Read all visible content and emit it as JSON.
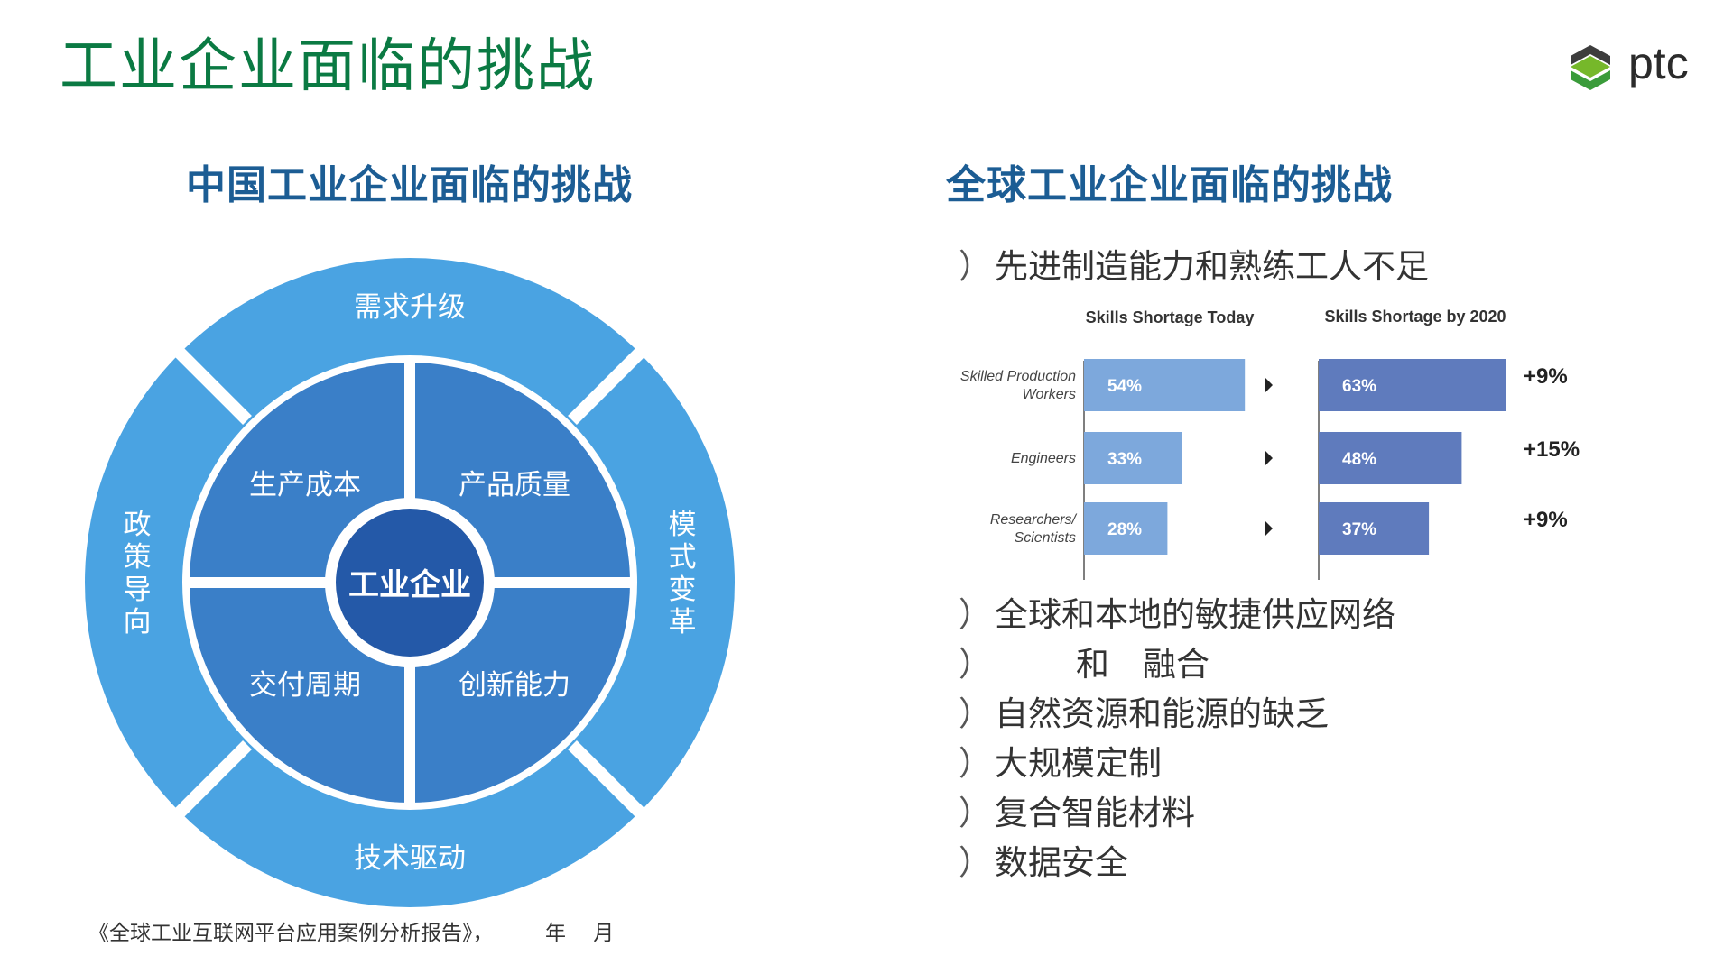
{
  "slide": {
    "title": "工业企业面临的挑战",
    "brand": "ptc"
  },
  "left": {
    "title": "中国工业企业面临的挑战",
    "center": "工业企业",
    "inner": [
      "生产成本",
      "产品质量",
      "交付周期",
      "创新能力"
    ],
    "outer_top": "需求升级",
    "outer_bottom": "技术驱动",
    "outer_left": [
      "政",
      "策",
      "导",
      "向"
    ],
    "outer_right": [
      "模",
      "式",
      "变",
      "革"
    ]
  },
  "right": {
    "title": "全球工业企业面临的挑战",
    "bullet_mark": "）",
    "first_bullet": "先进制造能力和熟练工人不足",
    "bullets": [
      "全球和本地的敏捷供应网络",
      "和　融合",
      "自然资源和能源的缺乏",
      "大规模定制",
      "复合智能材料",
      "数据安全"
    ]
  },
  "chart_data": {
    "type": "bar",
    "categories": [
      "Skilled Production Workers",
      "Engineers",
      "Researchers/ Scientists"
    ],
    "category_lines": [
      [
        "Skilled Production",
        "Workers"
      ],
      [
        "Engineers"
      ],
      [
        "Researchers/",
        "Scientists"
      ]
    ],
    "series": [
      {
        "name": "Skills Shortage Today",
        "values": [
          54,
          33,
          28
        ],
        "labels": [
          "54%",
          "33%",
          "28%"
        ]
      },
      {
        "name": "Skills Shortage by 2020",
        "values": [
          63,
          48,
          37
        ],
        "labels": [
          "63%",
          "48%",
          "37%"
        ]
      }
    ],
    "changes": [
      "+9%",
      "+15%",
      "+9%"
    ],
    "colors": {
      "today": "#7da8dc",
      "future": "#5f7bbd"
    },
    "xlim": [
      0,
      100
    ]
  },
  "colors": {
    "title": "#0b7a43",
    "section": "#1c5d94",
    "outer": "#4aa3e2",
    "inner": "#3a7fc8",
    "center": "#2459a8"
  },
  "footer": {
    "source": "《全球工业互联网平台应用案例分析报告》，　　　年　 月"
  }
}
